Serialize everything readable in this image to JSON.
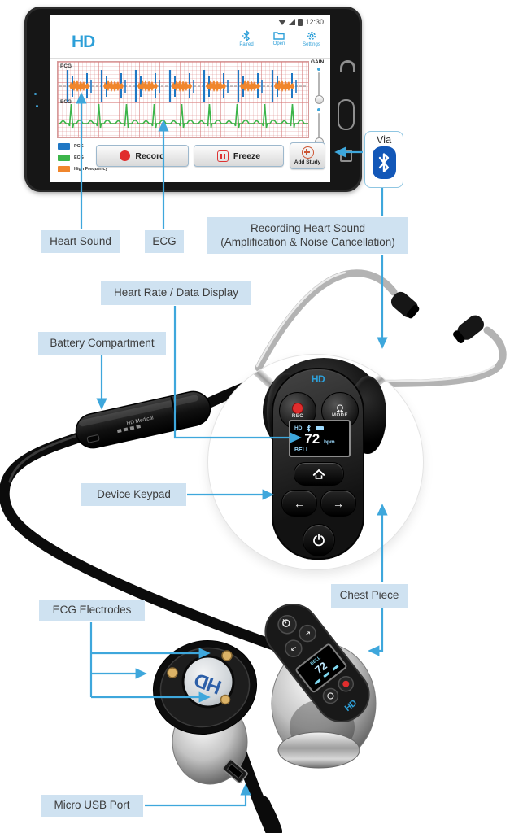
{
  "colors": {
    "accent": "#3ea7dc",
    "label_bg": "#cfe2f1",
    "brand_blue": "#2d9fd8",
    "bluetooth_blue": "#1257b8",
    "record_red": "#e02d2d",
    "pcg_blue": "#1f77c4",
    "ecg_green": "#3cb54a",
    "high_freq_orange": "#f0862c"
  },
  "tablet": {
    "status_time": "12:30",
    "app": {
      "logo": "HD",
      "toolbar": {
        "paired": "Paired",
        "open": "Open",
        "settings": "Settings"
      },
      "chart": {
        "pcg": "PCG",
        "ecg": "ECG",
        "gain": "GAIN"
      },
      "legend": [
        {
          "label": "PCG",
          "color": "#1f77c4"
        },
        {
          "label": "ECG",
          "color": "#3cb54a"
        },
        {
          "label": "High Frequency",
          "color": "#f0862c"
        }
      ],
      "buttons": {
        "record": "Record",
        "freeze": "Freeze",
        "add_study": "Add Study"
      }
    }
  },
  "via": {
    "label": "Via"
  },
  "callouts": {
    "heart_sound": "Heart Sound",
    "ecg": "ECG",
    "recording_line1": "Recording Heart Sound",
    "recording_line2": "(Amplification & Noise Cancellation)",
    "heart_rate": "Heart Rate / Data Display",
    "battery": "Battery Compartment",
    "device_keypad": "Device Keypad",
    "ecg_electrodes": "ECG  Electrodes",
    "chest_piece": "Chest Piece",
    "micro_usb": "Micro USB Port"
  },
  "keypad": {
    "logo": "HD",
    "rec": "REC",
    "mode": "MODE",
    "omega": "Ω",
    "display": {
      "logo": "HD",
      "bpm": "72",
      "unit": "bpm",
      "mode": "BELL"
    }
  },
  "icons": {
    "left_arrow": "←",
    "right_arrow": "→"
  },
  "battery_label": "HD Medical",
  "bottom_device": {
    "logo": "HD"
  },
  "side_device": {
    "logo": "HD",
    "display_bpm": "72",
    "display_mode": "BELL"
  }
}
